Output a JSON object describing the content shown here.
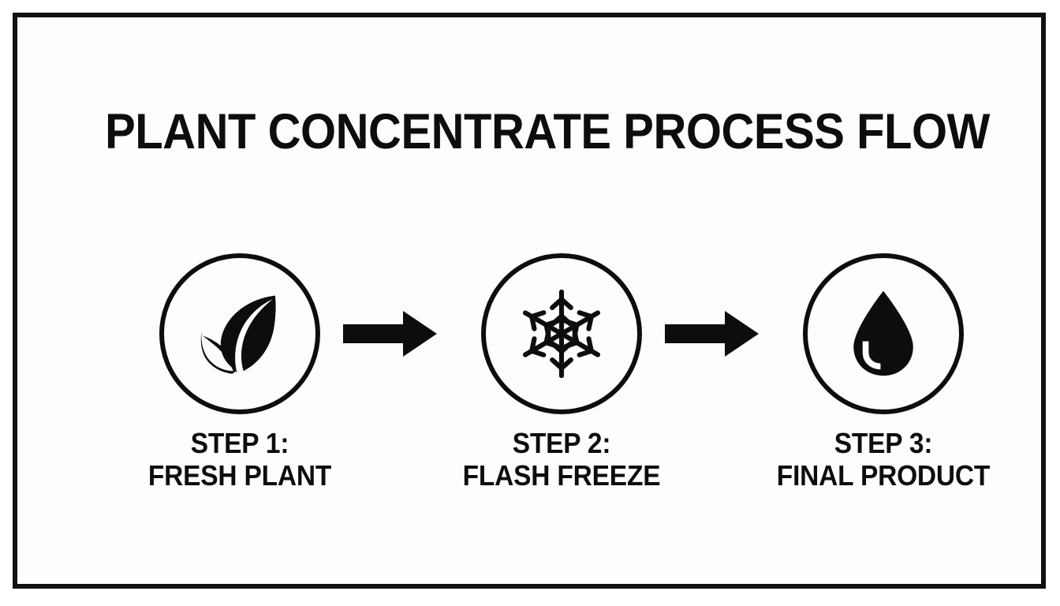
{
  "page": {
    "title": "PLANT CONCENTRATE PROCESS FLOW",
    "background_color": "#fcfdfe",
    "ink_color": "#0d0d0d",
    "border_color": "#111111"
  },
  "flow": {
    "steps": [
      {
        "icon": "leaf-icon",
        "step_line": "STEP 1:",
        "name_line": "FRESH PLANT"
      },
      {
        "icon": "snowflake-icon",
        "step_line": "STEP 2:",
        "name_line": "FLASH FREEZE"
      },
      {
        "icon": "droplet-icon",
        "step_line": "STEP 3:",
        "name_line": "FINAL PRODUCT"
      }
    ],
    "connectors": [
      {
        "icon": "arrow-right-icon"
      },
      {
        "icon": "arrow-right-icon"
      }
    ]
  }
}
